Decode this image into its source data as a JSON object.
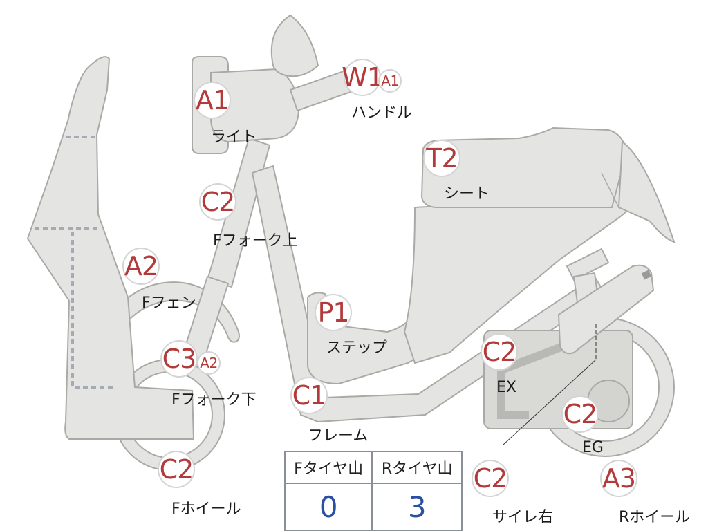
{
  "parts": [
    {
      "grade": "A1",
      "label": "ライト"
    },
    {
      "grade": "W1",
      "label": "ハンドル",
      "extra_grade": "A1"
    },
    {
      "grade": "C2",
      "label": "Fフォーク上"
    },
    {
      "grade": "T2",
      "label": "シート"
    },
    {
      "grade": "A2",
      "label": "Fフェン"
    },
    {
      "grade": "P1",
      "label": "ステップ"
    },
    {
      "grade": "C3",
      "label": "Fフォーク下",
      "extra_grade": "A2"
    },
    {
      "grade": "C1",
      "label": "フレーム"
    },
    {
      "grade": "C2",
      "label": "EX"
    },
    {
      "grade": "C2",
      "label": "EG"
    },
    {
      "grade": "C2",
      "label": "Fホイール"
    },
    {
      "grade": "C2",
      "label": "サイレ右"
    },
    {
      "grade": "A3",
      "label": "Rホイール"
    }
  ],
  "tire_table": {
    "headers": [
      "Fタイヤ山",
      "Rタイヤ山"
    ],
    "values": [
      "0",
      "3"
    ]
  },
  "colors": {
    "grade_text": "#b33a3a",
    "tire_value_text": "#2a4fa0",
    "body_fill": "#e4e4e2",
    "outline": "#a9a9a6"
  }
}
